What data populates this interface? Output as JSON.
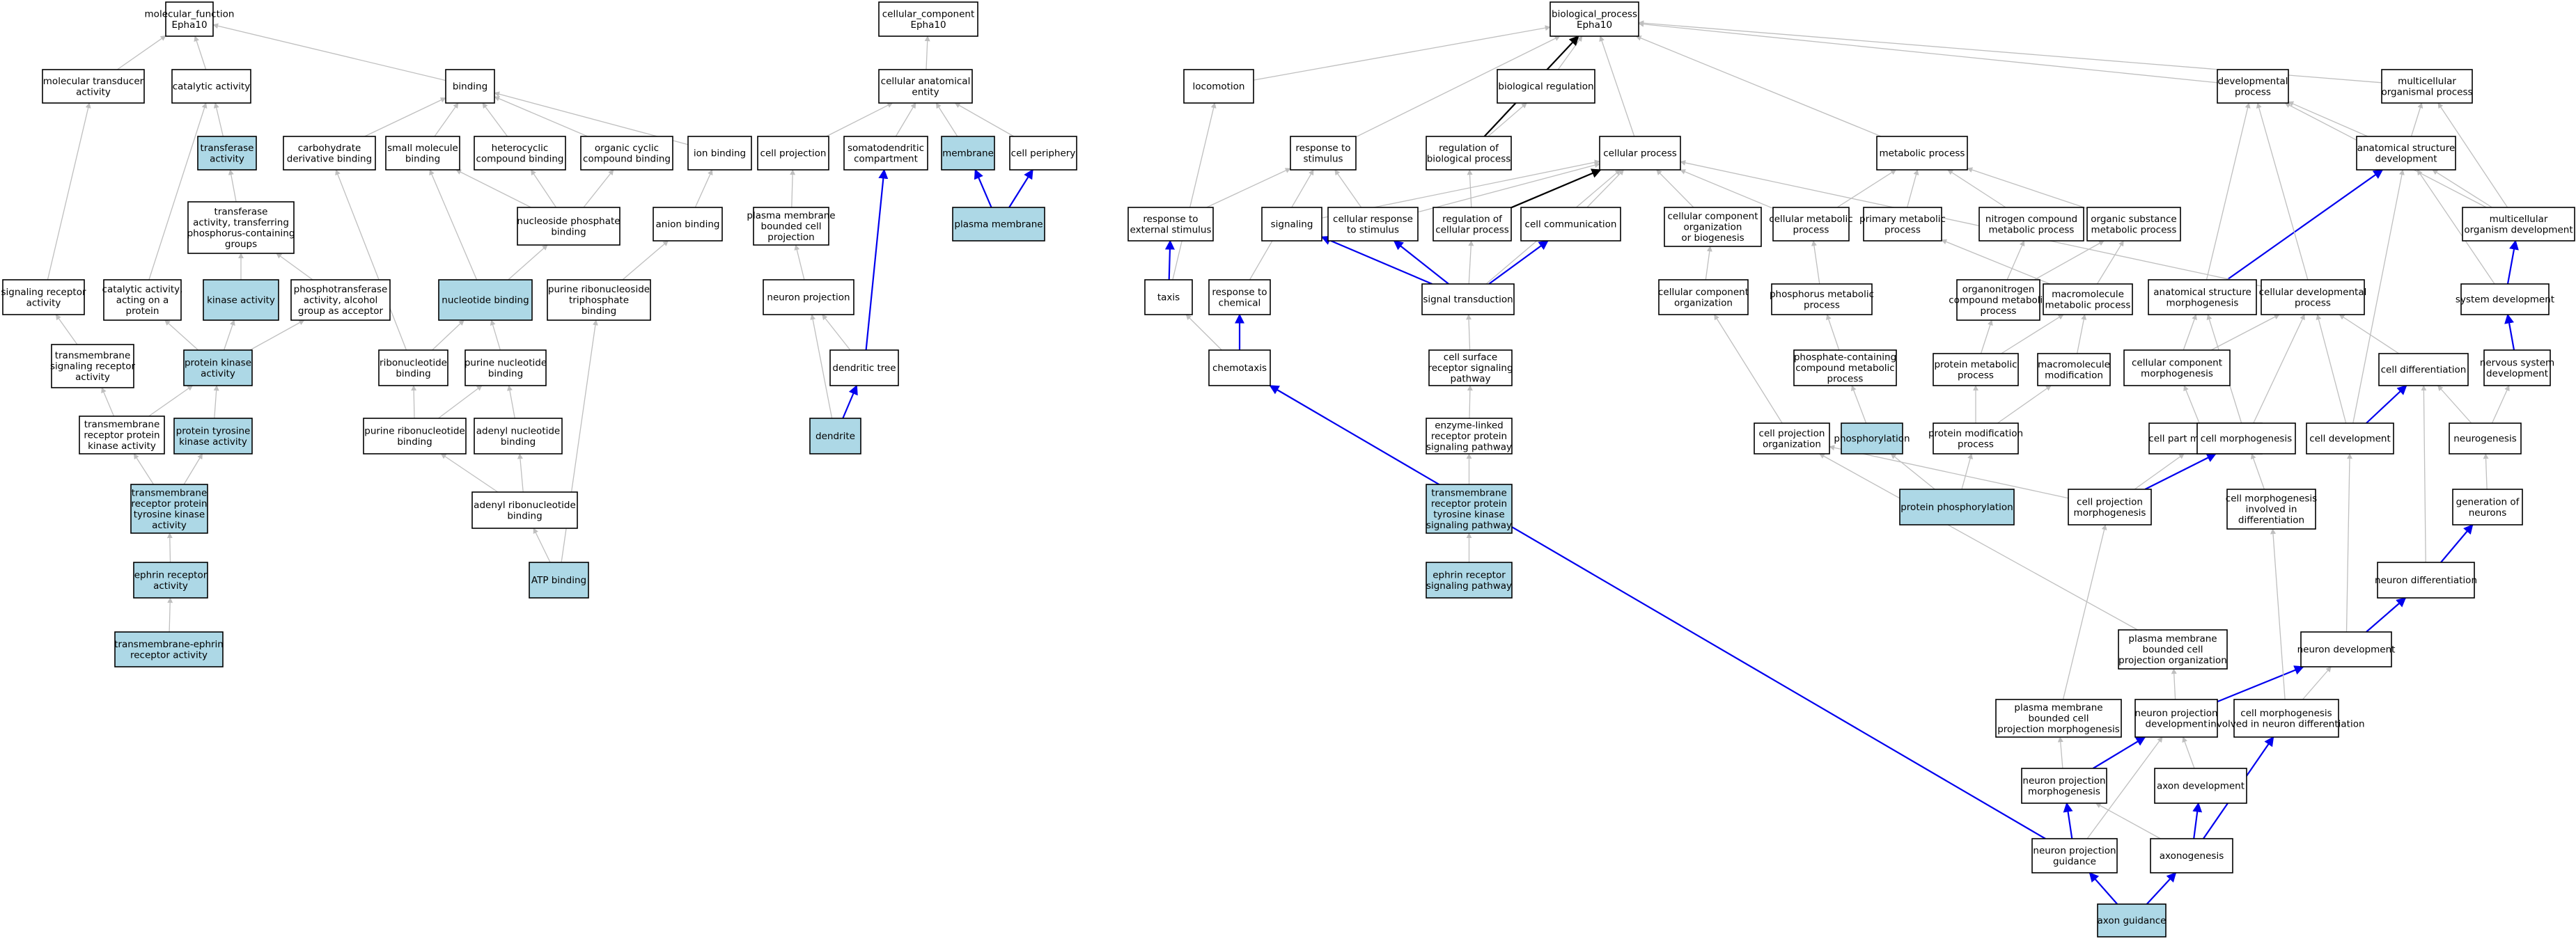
{
  "colors": {
    "hl": "#add8e6",
    "plain": "#ffffff",
    "gray": "#bfbfbf",
    "blue": "#0000ee",
    "black": "#000000"
  },
  "nodes": {
    "mf": {
      "lines": [
        "molecular_function",
        "Epha10"
      ],
      "hl": false
    },
    "mtr": {
      "lines": [
        "molecular transducer",
        "activity"
      ],
      "hl": false
    },
    "cat": {
      "lines": [
        "catalytic activity"
      ],
      "hl": false
    },
    "bind": {
      "lines": [
        "binding"
      ],
      "hl": false
    },
    "tra": {
      "lines": [
        "transferase",
        "activity"
      ],
      "hl": true
    },
    "carb": {
      "lines": [
        "carbohydrate",
        "derivative binding"
      ],
      "hl": false
    },
    "smb": {
      "lines": [
        "small molecule",
        "binding"
      ],
      "hl": false
    },
    "het": {
      "lines": [
        "heterocyclic",
        "compound binding"
      ],
      "hl": false
    },
    "orgcyc": {
      "lines": [
        "organic cyclic",
        "compound binding"
      ],
      "hl": false
    },
    "ionb": {
      "lines": [
        "ion binding"
      ],
      "hl": false
    },
    "tp": {
      "lines": [
        "transferase",
        "activity, transferring",
        "phosphorus-containing",
        "groups"
      ],
      "hl": false
    },
    "npb": {
      "lines": [
        "nucleoside phosphate",
        "binding"
      ],
      "hl": false
    },
    "anion": {
      "lines": [
        "anion binding"
      ],
      "hl": false
    },
    "sra": {
      "lines": [
        "signaling receptor",
        "activity"
      ],
      "hl": false
    },
    "cap": {
      "lines": [
        "catalytic activity,",
        "acting on a",
        "protein"
      ],
      "hl": false
    },
    "kin": {
      "lines": [
        "kinase activity"
      ],
      "hl": true
    },
    "ptaa": {
      "lines": [
        "phosphotransferase",
        "activity, alcohol",
        "group as acceptor"
      ],
      "hl": false
    },
    "nucb": {
      "lines": [
        "nucleotide binding"
      ],
      "hl": true
    },
    "prntb": {
      "lines": [
        "purine ribonucleoside",
        "triphosphate",
        "binding"
      ],
      "hl": false
    },
    "tsra": {
      "lines": [
        "transmembrane",
        "signaling receptor",
        "activity"
      ],
      "hl": false
    },
    "pka": {
      "lines": [
        "protein kinase",
        "activity"
      ],
      "hl": true
    },
    "ribb": {
      "lines": [
        "ribonucleotide",
        "binding"
      ],
      "hl": false
    },
    "purnb": {
      "lines": [
        "purine nucleotide",
        "binding"
      ],
      "hl": false
    },
    "trpka": {
      "lines": [
        "transmembrane",
        "receptor protein",
        "kinase activity"
      ],
      "hl": false
    },
    "ptka": {
      "lines": [
        "protein tyrosine",
        "kinase activity"
      ],
      "hl": true
    },
    "prnb": {
      "lines": [
        "purine ribonucleotide",
        "binding"
      ],
      "hl": false
    },
    "adnb": {
      "lines": [
        "adenyl nucleotide",
        "binding"
      ],
      "hl": false
    },
    "adrnb": {
      "lines": [
        "adenyl ribonucleotide",
        "binding"
      ],
      "hl": false
    },
    "trptka": {
      "lines": [
        "transmembrane",
        "receptor protein",
        "tyrosine kinase",
        "activity"
      ],
      "hl": true
    },
    "era": {
      "lines": [
        "ephrin receptor",
        "activity"
      ],
      "hl": true
    },
    "atp": {
      "lines": [
        "ATP binding"
      ],
      "hl": true
    },
    "tera": {
      "lines": [
        "transmembrane-ephrin",
        "receptor activity"
      ],
      "hl": true
    },
    "cc": {
      "lines": [
        "cellular_component",
        "Epha10"
      ],
      "hl": false
    },
    "cae": {
      "lines": [
        "cellular anatomical",
        "entity"
      ],
      "hl": false
    },
    "cproj": {
      "lines": [
        "cell projection"
      ],
      "hl": false
    },
    "sdc": {
      "lines": [
        "somatodendritic",
        "compartment"
      ],
      "hl": false
    },
    "mem": {
      "lines": [
        "membrane"
      ],
      "hl": true
    },
    "cperi": {
      "lines": [
        "cell periphery"
      ],
      "hl": false
    },
    "pmbcp": {
      "lines": [
        "plasma membrane",
        "bounded cell",
        "projection"
      ],
      "hl": false
    },
    "pm": {
      "lines": [
        "plasma membrane"
      ],
      "hl": true
    },
    "nproj": {
      "lines": [
        "neuron projection"
      ],
      "hl": false
    },
    "dtree": {
      "lines": [
        "dendritic tree"
      ],
      "hl": false
    },
    "dend": {
      "lines": [
        "dendrite"
      ],
      "hl": true
    },
    "bp": {
      "lines": [
        "biological_process",
        "Epha10"
      ],
      "hl": false
    },
    "loco": {
      "lines": [
        "locomotion"
      ],
      "hl": false
    },
    "breg": {
      "lines": [
        "biological regulation"
      ],
      "hl": false
    },
    "devp": {
      "lines": [
        "developmental",
        "process"
      ],
      "hl": false
    },
    "mop": {
      "lines": [
        "multicellular",
        "organismal process"
      ],
      "hl": false
    },
    "rts": {
      "lines": [
        "response to",
        "stimulus"
      ],
      "hl": false
    },
    "rbp": {
      "lines": [
        "regulation of",
        "biological process"
      ],
      "hl": false
    },
    "cellp": {
      "lines": [
        "cellular process"
      ],
      "hl": false
    },
    "metp": {
      "lines": [
        "metabolic process"
      ],
      "hl": false
    },
    "asd": {
      "lines": [
        "anatomical structure",
        "development"
      ],
      "hl": false
    },
    "res": {
      "lines": [
        "response to",
        "external stimulus"
      ],
      "hl": false
    },
    "sig": {
      "lines": [
        "signaling"
      ],
      "hl": false
    },
    "crs": {
      "lines": [
        "cellular response",
        "to stimulus"
      ],
      "hl": false
    },
    "rcp": {
      "lines": [
        "regulation of",
        "cellular process"
      ],
      "hl": false
    },
    "ccom": {
      "lines": [
        "cell communication"
      ],
      "hl": false
    },
    "ccob": {
      "lines": [
        "cellular component",
        "organization",
        "or biogenesis"
      ],
      "hl": false
    },
    "cmp": {
      "lines": [
        "cellular metabolic",
        "process"
      ],
      "hl": false
    },
    "pmp": {
      "lines": [
        "primary metabolic",
        "process"
      ],
      "hl": false
    },
    "ncmp": {
      "lines": [
        "nitrogen compound",
        "metabolic process"
      ],
      "hl": false
    },
    "osmp": {
      "lines": [
        "organic substance",
        "metabolic process"
      ],
      "hl": false
    },
    "mod": {
      "lines": [
        "multicellular",
        "organism development"
      ],
      "hl": false
    },
    "taxis": {
      "lines": [
        "taxis"
      ],
      "hl": false
    },
    "rtc": {
      "lines": [
        "response to",
        "chemical"
      ],
      "hl": false
    },
    "st": {
      "lines": [
        "signal transduction"
      ],
      "hl": false
    },
    "cco": {
      "lines": [
        "cellular component",
        "organization"
      ],
      "hl": false
    },
    "phmp": {
      "lines": [
        "phosphorus metabolic",
        "process"
      ],
      "hl": false
    },
    "ocmp": {
      "lines": [
        "organonitrogen",
        "compound metabolic",
        "process"
      ],
      "hl": false
    },
    "mmp": {
      "lines": [
        "macromolecule",
        "metabolic process"
      ],
      "hl": false
    },
    "asm": {
      "lines": [
        "anatomical structure",
        "morphogenesis"
      ],
      "hl": false
    },
    "cdp": {
      "lines": [
        "cellular developmental",
        "process"
      ],
      "hl": false
    },
    "sysd": {
      "lines": [
        "system development"
      ],
      "hl": false
    },
    "chemo": {
      "lines": [
        "chemotaxis"
      ],
      "hl": false
    },
    "csrsp": {
      "lines": [
        "cell surface",
        "receptor signaling",
        "pathway"
      ],
      "hl": false
    },
    "pccmp": {
      "lines": [
        "phosphate-containing",
        "compound metabolic",
        "process"
      ],
      "hl": false
    },
    "prmp": {
      "lines": [
        "protein metabolic",
        "process"
      ],
      "hl": false
    },
    "mmod": {
      "lines": [
        "macromolecule",
        "modification"
      ],
      "hl": false
    },
    "ccm": {
      "lines": [
        "cellular component",
        "morphogenesis"
      ],
      "hl": false
    },
    "cdiff": {
      "lines": [
        "cell differentiation"
      ],
      "hl": false
    },
    "nsd": {
      "lines": [
        "nervous system",
        "development"
      ],
      "hl": false
    },
    "elrp": {
      "lines": [
        "enzyme-linked",
        "receptor protein",
        "signaling pathway"
      ],
      "hl": false
    },
    "cpo": {
      "lines": [
        "cell projection",
        "organization"
      ],
      "hl": false
    },
    "phos": {
      "lines": [
        "phosphorylation"
      ],
      "hl": true
    },
    "pmod": {
      "lines": [
        "protein modification",
        "process"
      ],
      "hl": false
    },
    "cpm": {
      "lines": [
        "cell part morphogenesis"
      ],
      "hl": false
    },
    "cmorph": {
      "lines": [
        "cell morphogenesis"
      ],
      "hl": false
    },
    "cdev": {
      "lines": [
        "cell development"
      ],
      "hl": false
    },
    "neurog": {
      "lines": [
        "neurogenesis"
      ],
      "hl": false
    },
    "trptksp": {
      "lines": [
        "transmembrane",
        "receptor protein",
        "tyrosine kinase",
        "signaling pathway"
      ],
      "hl": true
    },
    "pphos": {
      "lines": [
        "protein phosphorylation"
      ],
      "hl": true
    },
    "cpmorph": {
      "lines": [
        "cell projection",
        "morphogenesis"
      ],
      "hl": false
    },
    "cmidiff": {
      "lines": [
        "cell morphogenesis",
        "involved in",
        "differentiation"
      ],
      "hl": false
    },
    "genn": {
      "lines": [
        "generation of",
        "neurons"
      ],
      "hl": false
    },
    "ersp": {
      "lines": [
        "ephrin receptor",
        "signaling pathway"
      ],
      "hl": true
    },
    "ndiff": {
      "lines": [
        "neuron differentiation"
      ],
      "hl": false
    },
    "pmbcpo": {
      "lines": [
        "plasma membrane",
        "bounded cell",
        "projection organization"
      ],
      "hl": false
    },
    "ndev": {
      "lines": [
        "neuron development"
      ],
      "hl": false
    },
    "pmbcpm": {
      "lines": [
        "plasma membrane",
        "bounded cell",
        "projection morphogenesis"
      ],
      "hl": false
    },
    "npd": {
      "lines": [
        "neuron projection",
        "development"
      ],
      "hl": false
    },
    "cmind": {
      "lines": [
        "cell morphogenesis",
        "involved in neuron differentiation"
      ],
      "hl": false
    },
    "npm": {
      "lines": [
        "neuron projection",
        "morphogenesis"
      ],
      "hl": false
    },
    "axdev": {
      "lines": [
        "axon development"
      ],
      "hl": false
    },
    "npg": {
      "lines": [
        "neuron projection",
        "guidance"
      ],
      "hl": false
    },
    "axg": {
      "lines": [
        "axonogenesis"
      ],
      "hl": false
    },
    "axgu": {
      "lines": [
        "axon guidance"
      ],
      "hl": true
    }
  }
}
